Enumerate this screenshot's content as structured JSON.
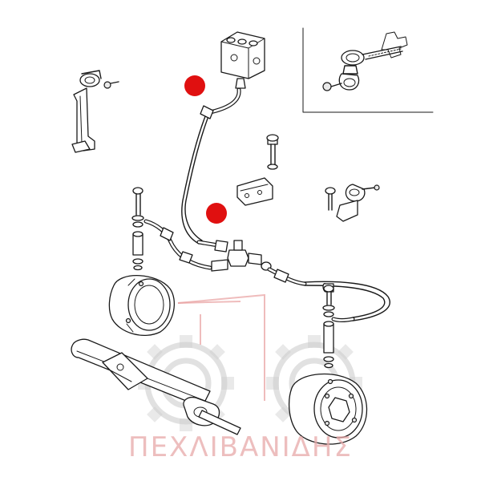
{
  "watermark": {
    "brand_text": "ΠΕΧΛΙΒΑΝΙΔΗΣ"
  },
  "colors": {
    "marker": "#e01010",
    "line": "#1a1a1a",
    "watermark_text": "#e7a9a9",
    "watermark_gear": "#c9c9c9"
  },
  "markers": [
    {
      "id": "hose-upper",
      "icon": "red-dot-marker"
    },
    {
      "id": "hose-lower",
      "icon": "red-dot-marker"
    }
  ]
}
